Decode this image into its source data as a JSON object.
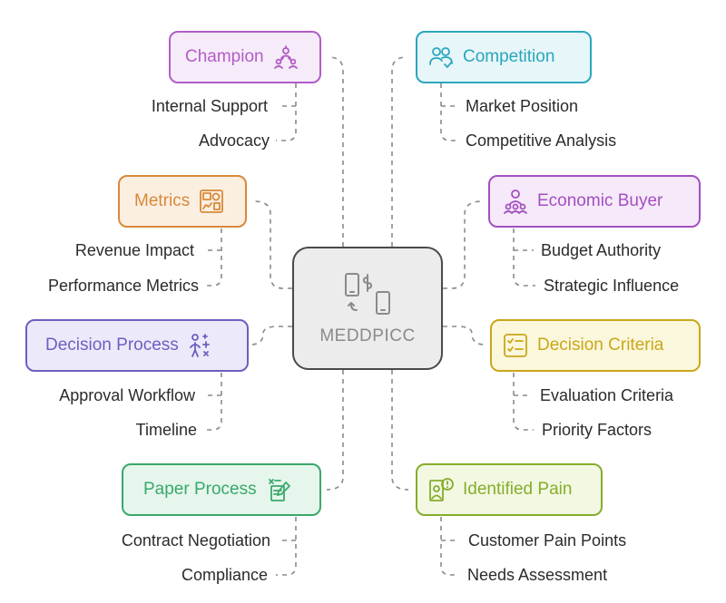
{
  "center": {
    "title": "MEDDPICC",
    "icon": "phone-exchange-icon"
  },
  "nodes": [
    {
      "id": "champion",
      "label": "Champion",
      "icon": "presenter-icon",
      "color": "#b35cc8",
      "fill": "#f6ecf9",
      "items": [
        "Internal Support",
        "Advocacy"
      ]
    },
    {
      "id": "competition",
      "label": "Competition",
      "icon": "people-compare-icon",
      "color": "#2aa6bd",
      "fill": "#e6f6f9",
      "items": [
        "Market Position",
        "Competitive Analysis"
      ]
    },
    {
      "id": "metrics",
      "label": "Metrics",
      "icon": "dashboard-icon",
      "color": "#d9893a",
      "fill": "#fbefe1",
      "items": [
        "Revenue Impact",
        "Performance Metrics"
      ]
    },
    {
      "id": "economic_buyer",
      "label": "Economic Buyer",
      "icon": "buyer-group-icon",
      "color": "#a34fc0",
      "fill": "#f5e9fa",
      "items": [
        "Budget Authority",
        "Strategic Influence"
      ]
    },
    {
      "id": "decision_process",
      "label": "Decision Process",
      "icon": "decision-person-icon",
      "color": "#6b5fc0",
      "fill": "#eceafa",
      "items": [
        "Approval Workflow",
        "Timeline"
      ]
    },
    {
      "id": "decision_criteria",
      "label": "Decision Criteria",
      "icon": "checklist-icon",
      "color": "#c9a71a",
      "fill": "#fbf7dc",
      "items": [
        "Evaluation Criteria",
        "Priority Factors"
      ]
    },
    {
      "id": "paper_process",
      "label": "Paper Process",
      "icon": "document-sign-icon",
      "color": "#3aa86b",
      "fill": "#e6f6ec",
      "items": [
        "Contract Negotiation",
        "Compliance"
      ]
    },
    {
      "id": "identified_pain",
      "label": "Identified Pain",
      "icon": "pain-alert-icon",
      "color": "#86ad2c",
      "fill": "#f2f8e2",
      "items": [
        "Customer Pain Points",
        "Needs Assessment"
      ]
    }
  ]
}
